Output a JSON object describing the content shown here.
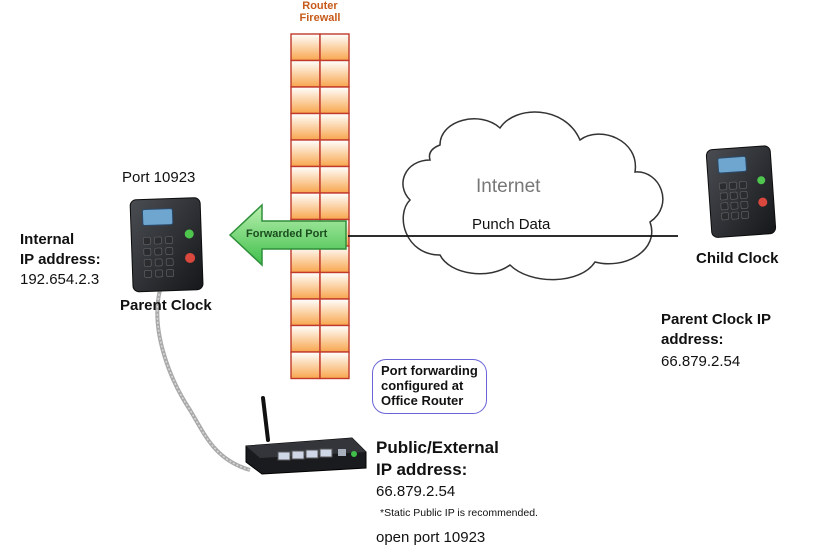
{
  "firewall": {
    "label_line1": "Router",
    "label_line2": "Firewall"
  },
  "parent": {
    "port": "Port 10923",
    "ip_title_line1": "Internal",
    "ip_title_line2": "IP address:",
    "ip_value": "192.654.2.3",
    "name": "Parent Clock"
  },
  "arrow_label": "Forwarded Port",
  "cloud": {
    "label": "Internet",
    "data_label": "Punch Data"
  },
  "child": {
    "name": "Child Clock",
    "ip_title_line1": "Parent Clock IP",
    "ip_title_line2": "address:",
    "ip_value": "66.879.2.54"
  },
  "note": {
    "line1": "Port forwarding",
    "line2": "configured at",
    "line3": "Office Router"
  },
  "router": {
    "ip_title_line1": "Public/External",
    "ip_title_line2": "IP address:",
    "ip_value": "66.879.2.54",
    "static_note": "*Static Public IP is recommended.",
    "open_port": "open port 10923"
  },
  "colors": {
    "firewall_line": "#c0392b",
    "firewall_cell": "#f8a64d",
    "arrow_fill": "#6fd36f",
    "arrow_stroke": "#2f8f3a",
    "note_border": "#6a64d6",
    "cloud_stroke": "#333333"
  },
  "icons": [
    "time-clock-device-icon",
    "wifi-router-icon",
    "internet-cloud-icon",
    "forward-arrow-icon"
  ]
}
